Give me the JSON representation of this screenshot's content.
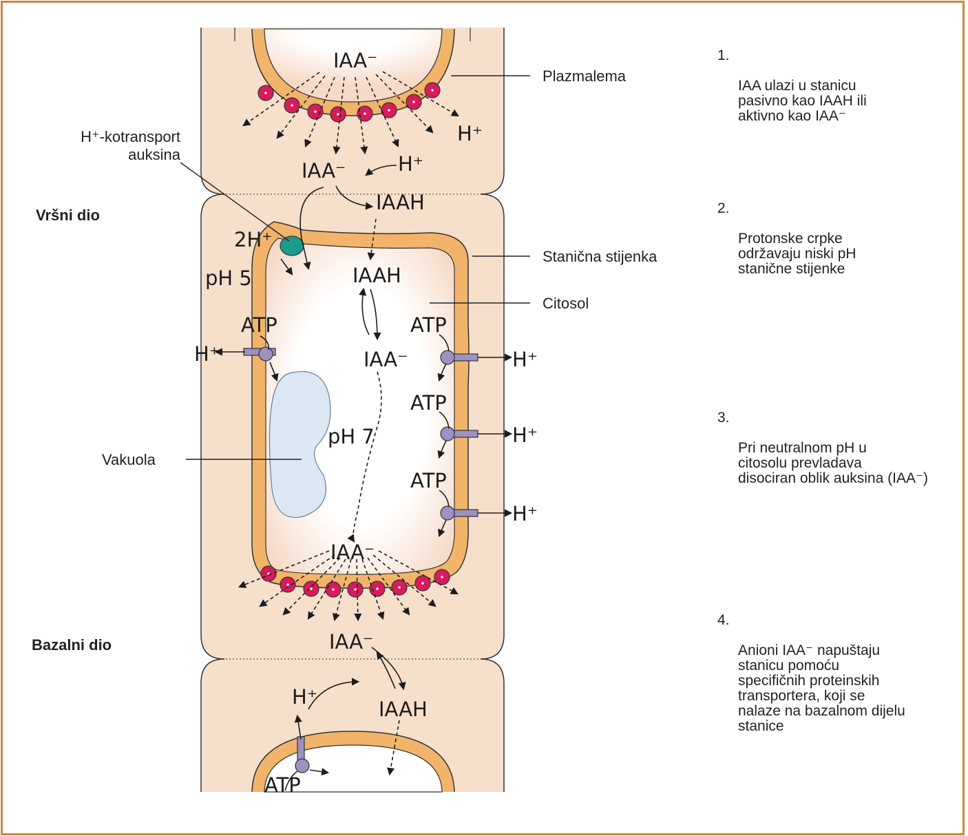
{
  "colors": {
    "frame": "#c8893e",
    "cell_wall": "#f6dfcb",
    "membrane": "#f1b46a",
    "cytosol_edge": "#f7e2d4",
    "carrier": "#d81b5a",
    "cotransporter": "#1a9c8a",
    "pump": "#9c91c0",
    "vacuole": "#dbe8f3"
  },
  "labels": {
    "plazmalema": "Plazmalema",
    "stanicna_stijenka": "Stanična stijenka",
    "citosol": "Citosol",
    "vakuola": "Vakuola",
    "cotransport_line1": "H⁺-kotransport",
    "cotransport_line2": "auksina",
    "vrsni_dio": "Vršni dio",
    "bazalni_dio": "Bazalni dio"
  },
  "chem": {
    "iaa_minus": "IAA⁻",
    "iaah": "IAAH",
    "h_plus": "H⁺",
    "two_h_plus": "2H⁺",
    "atp": "ATP",
    "ph5": "pH 5",
    "ph7": "pH 7"
  },
  "steps": [
    {
      "num": "1.",
      "text": "IAA ulazi u stanicu\npasivno kao IAAH ili\naktivno kao IAA⁻"
    },
    {
      "num": "2.",
      "text": "Protonske crpke\nodržavaju niski pH\nstanične stijenke"
    },
    {
      "num": "3.",
      "text": "Pri neutralnom pH u\ncitosolu prevladava\ndisociran oblik auksina (IAA⁻)"
    },
    {
      "num": "4.",
      "text": "Anioni IAA⁻ napuštaju\nstanicu pomoću\nspecifičnih proteinskih\ntransportera, koji se\nnalaze na bazalnom dijelu\nstanice"
    }
  ]
}
